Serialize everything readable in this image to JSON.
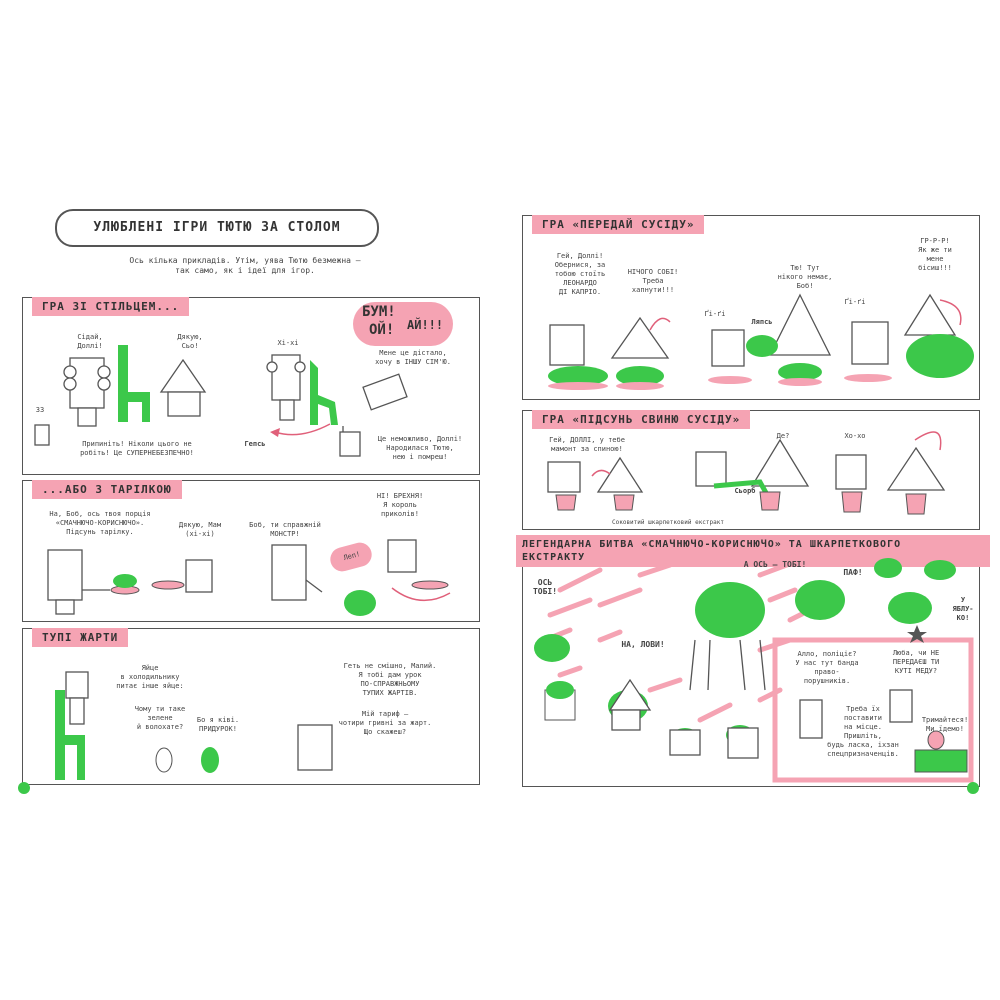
{
  "left_page": {
    "title": "УЛЮБЛЕНІ ІГРИ ТЮТЮ ЗА СТОЛОМ",
    "subtitle_line1": "Ось кілька прикладів. Утім, уява Тютю безмежна —",
    "subtitle_line2": "так само, як і ідеї для ігор.",
    "panel1": {
      "banner": "ГРА ЗІ СТІЛЬЦЕМ...",
      "t_sit": "Сідай,\nДоллі!",
      "t_thanks": "Дякую,\nСьо!",
      "t_hihi": "Хі-хі",
      "t_boom": "БУМ!",
      "t_oy": "ОЙ!",
      "t_ay": "АЙ!!!",
      "t_enough": "Мене це дістало,\nхочу в ІНШУ СІМ'Ю.",
      "t_stop": "Припиніть! Ніколи цього не\nробіть! Це СУПЕРНЕБЕЗПЕЧНО!",
      "t_gaps": "Гепсь",
      "t_impossible": "Це неможливо, Доллі!\nНародилася Тютю,\nнею і помреш!",
      "t_33": "33"
    },
    "panel2": {
      "banner": "...АБО З ТАРІЛКОЮ",
      "t_portion": "На, Боб, ось твоя порція\n«СМАЧНЮЧО-КОРИСНЮЧО».\nПідсунь тарілку.",
      "t_thanks_mom": "Дякую, Мам\n(хі-хі)",
      "t_monster": "Боб, ти справжній\nМОНСТР!",
      "t_lie": "НІ! БРЕХНЯ!\nЯ король\nприколів!",
      "t_lep": "Леп!"
    },
    "panel3": {
      "banner": "ТУПІ ЖАРТИ",
      "t_egg": "Яйце\nв холодильнику\nпитає інше яйце:",
      "t_why_green": "Чому ти таке\nзелене\nй волохате?",
      "t_kiwi": "Бо я ківі.\nПРИДУРОК!",
      "t_not_funny": "Геть не смішно, Малий.\nЯ тобі дам урок\nПО-СПРАВЖНЬОМУ\nТУПИХ ЖАРТІВ.",
      "t_tariff": "Мій тариф —\nчотири гривні за жарт.\nЩо скажеш?"
    }
  },
  "right_page": {
    "panel1": {
      "banner": "ГРА «ПЕРЕДАЙ СУСІДУ»",
      "t_hey": "Гей, Доллі!\nОбернися, за\nтобою стоїть\nЛЕОНАРДО\nДІ КАПРІО.",
      "t_nothing": "НІЧОГО СОБІ!\nТреба\nхапнути!!!",
      "t_gi": "Ґі-ґі",
      "t_laps": "Ляпсь",
      "t_where": "Тю! Тут\nнікого немає,\nБоб!",
      "t_gi2": "Ґі-ґі",
      "t_grr": "ГР-Р-Р!\nЯк же ти\nмене\nбісиш!!!"
    },
    "panel2": {
      "banner": "ГРА «ПІДСУНЬ СВИНЮ СУСІДУ»",
      "t_hey_dolly": "Гей, ДОЛЛІ, у тебе\nмамонт за спиною!",
      "t_where": "Де?",
      "t_hoho": "Хо-хо",
      "t_extract": "Соковитий шкарпетковий екстракт",
      "t_slurp": "Сьорб"
    },
    "panel3": {
      "banner_line1": "ЛЕГЕНДАРНА БИТВА «СМАЧНЮЧО-КОРИСНЮЧО» ТА ШКАРПЕТКОВОГО",
      "banner_line2": "ЕКСТРАКТУ",
      "t_here_you": "ОСЬ\nТОБІ!",
      "t_and_here": "А ОСЬ — ТОБІ!",
      "t_paf": "ПАФ!",
      "t_catch": "НА, ЛОВИ!",
      "t_yabl": "У\nЯБЛУ-\nКО!",
      "t_police": "Алло, поліціє?\nУ нас тут банда\nправо-\nпорушників.",
      "t_need": "Треба їх\nпоставити\nна місце.\nПришліть,\nбудь ласка, іхзан\nспецпризначенців.",
      "t_honey": "Люба, чи НЕ\nПЕРЕДАЄШ ТИ\nКУТІ МЕДУ?",
      "t_hold": "Тримайтеся!\nМи їдемо!"
    }
  },
  "colors": {
    "pink": "#f5a3b3",
    "green": "#3cc84a",
    "outline": "#555555"
  }
}
